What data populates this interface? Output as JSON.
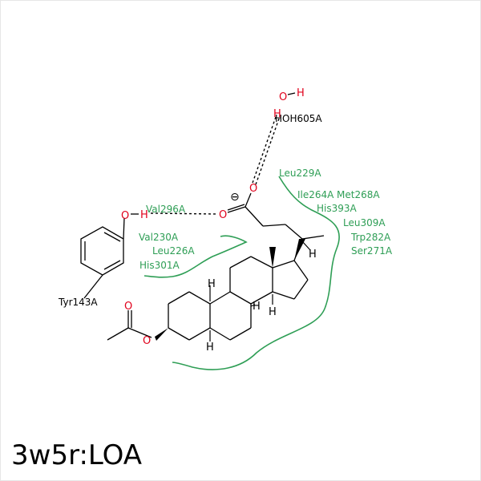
{
  "caption": "3w5r:LOA",
  "colors": {
    "residue": "#2e9e55",
    "oxygen": "#e0001b",
    "bond": "#000000",
    "hbond": "#000000"
  },
  "ligand_atoms": {
    "water_O": "O",
    "water_H1": "H",
    "water_H2": "H",
    "carboxylate_O1": "O",
    "carboxylate_O2": "O",
    "charge": "⊖",
    "tyr_O": "O",
    "tyr_H": "H",
    "ester_O": "O",
    "carbonyl_O": "O",
    "stereo_H1": "H",
    "stereo_H2": "H",
    "stereo_H3": "H",
    "stereo_H4": "H",
    "stereo_H5": "H"
  },
  "labels": {
    "water": "HOH605A",
    "tyr": "Tyr143A"
  },
  "residues": {
    "leu229": "Leu229A",
    "ile264": "Ile264A",
    "met268": "Met268A",
    "his393": "His393A",
    "leu309": "Leu309A",
    "trp282": "Trp282A",
    "ser271": "Ser271A",
    "val296": "Val296A",
    "val230": "Val230A",
    "leu226": "Leu226A",
    "his301": "His301A"
  }
}
